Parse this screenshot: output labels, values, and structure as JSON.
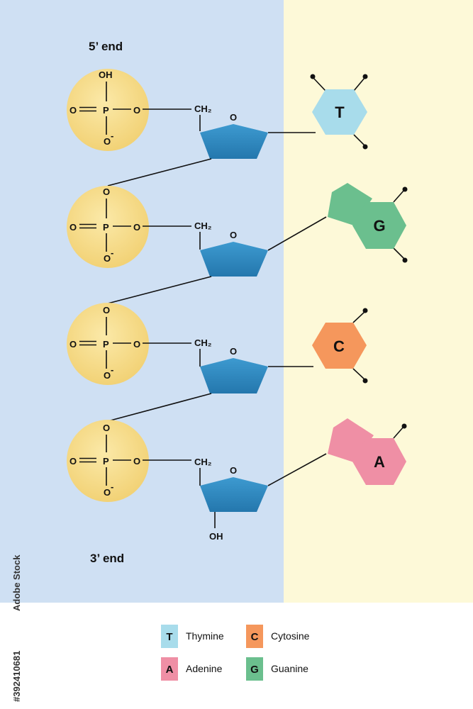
{
  "labels": {
    "five_prime_end": "5’ end",
    "three_prime_end": "3’ end"
  },
  "atoms": {
    "O": "O",
    "P": "P",
    "OH": "OH",
    "O_minus": "O",
    "minus_sign": "-",
    "CH2": "CH₂"
  },
  "nucleotides": [
    {
      "base": "T",
      "color": "#a8dceb",
      "shape": "pyrimidine"
    },
    {
      "base": "G",
      "color": "#6bbf8e",
      "shape": "purine"
    },
    {
      "base": "C",
      "color": "#f5975c",
      "shape": "pyrimidine"
    },
    {
      "base": "A",
      "color": "#ef8fa5",
      "shape": "purine"
    }
  ],
  "legend": [
    {
      "letter": "T",
      "label": "Thymine",
      "color": "#a8dceb"
    },
    {
      "letter": "C",
      "label": "Cytosine",
      "color": "#f5975c"
    },
    {
      "letter": "A",
      "label": "Adenine",
      "color": "#ef8fa5"
    },
    {
      "letter": "G",
      "label": "Guanine",
      "color": "#6bbf8e"
    }
  ],
  "colors": {
    "left_panel": "#cfe0f3",
    "right_panel": "#fdf9d8",
    "phosphate": "#f7df8c",
    "sugar": "#2f8cc2"
  },
  "watermark_id": "#392410681",
  "watermark_brand": "Adobe Stock"
}
